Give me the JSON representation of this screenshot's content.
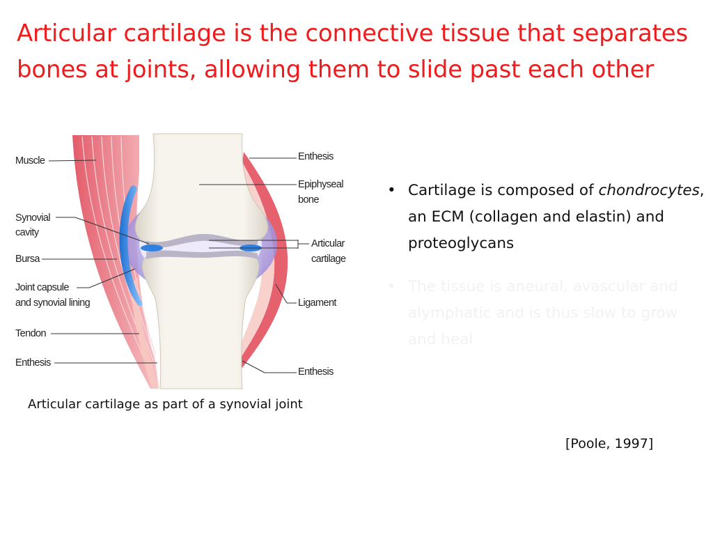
{
  "slide": {
    "title_line1": "Articular cartilage is the connective tissue that separates",
    "title_line2": "bones at joints, allowing them to slide past each other"
  },
  "figure": {
    "labels_left": {
      "muscle": "Muscle",
      "synovial_cavity_1": "Synovial",
      "synovial_cavity_2": "cavity",
      "bursa": "Bursa",
      "joint_capsule_1": "Joint capsule",
      "joint_capsule_2": "and synovial lining",
      "tendon": "Tendon",
      "enthesis": "Enthesis"
    },
    "labels_right": {
      "enthesis_top": "Enthesis",
      "epiphyseal_1": "Epiphyseal",
      "epiphyseal_2": "bone",
      "articular_1": "Articular",
      "articular_2": "cartilage",
      "ligament": "Ligament",
      "enthesis_bottom": "Enthesis"
    },
    "caption": "Articular cartilage as part of a synovial joint"
  },
  "bullets": [
    {
      "marker": "•",
      "prefix": "Cartilage is composed of ",
      "emph": "chondrocytes",
      "suffix": ", an ECM (collagen and elastin) and proteoglycans"
    },
    {
      "marker": "•",
      "text": "The tissue is aneural, avascular and alymphatic and is thus slow to grow and heal"
    }
  ],
  "citation": "[Poole, 1997]",
  "colors": {
    "title": "#ee1c1c",
    "faded_text": "#f2f2f2"
  }
}
